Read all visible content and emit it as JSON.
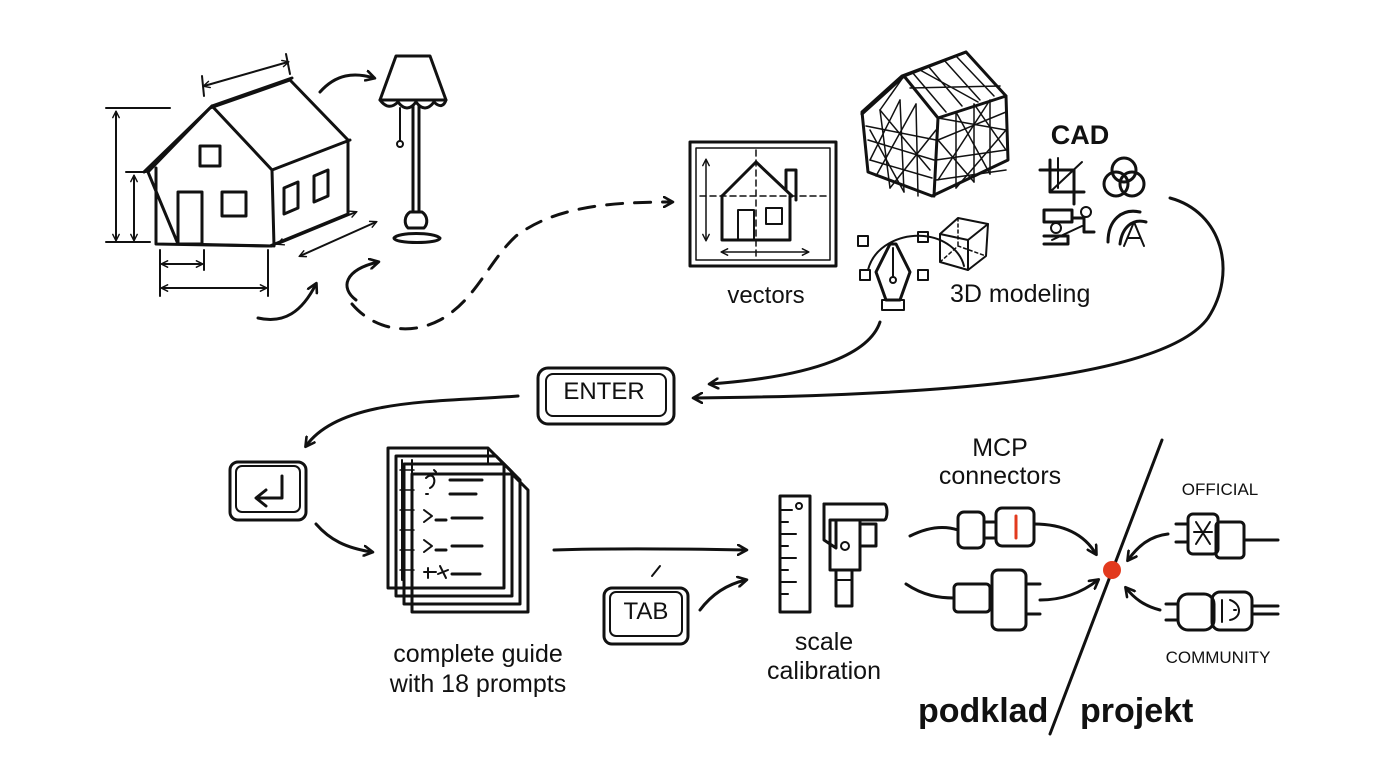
{
  "labels": {
    "vectors": "vectors",
    "modeling_3d": "3D modeling",
    "cad": "CAD",
    "enter_key": "ENTER",
    "tab_key": "TAB",
    "guide_line1": "complete guide",
    "guide_line2": "with 18 prompts",
    "scale_line1": "scale",
    "scale_line2": "calibration",
    "mcp_line1": "MCP",
    "mcp_line2": "connectors",
    "official": "OFFICIAL",
    "community": "COMMUNITY",
    "podklad": "podklad",
    "projekt": "projekt"
  },
  "colors": {
    "ink": "#111111",
    "accent_dot": "#e23a1e",
    "marker_red": "#e23a1e",
    "background": "#ffffff"
  },
  "icons": [
    "house-sketch-icon",
    "floor-lamp-icon",
    "blueprint-vector-icon",
    "wireframe-house-icon",
    "pen-tool-icon",
    "cube-icon",
    "crop-icon",
    "venn-icon",
    "node-icon",
    "font-icon",
    "enter-key-icon",
    "return-key-icon",
    "document-stack-icon",
    "tab-key-icon",
    "ruler-icon",
    "caliper-icon",
    "plug-icon"
  ]
}
